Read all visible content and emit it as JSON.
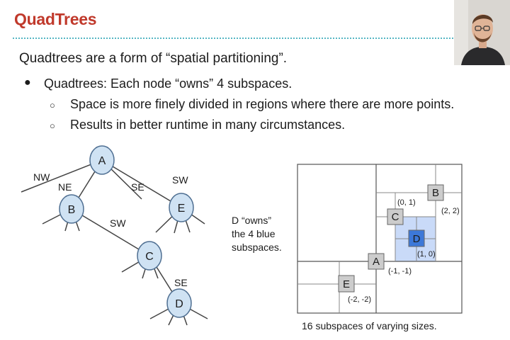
{
  "slide": {
    "title": "QuadTrees",
    "intro": "Quadtrees are a form of “spatial partitioning”.",
    "bullet_symbol": "●",
    "sub_bullet_symbol": "○",
    "bullet": "Quadtrees: Each node “owns” 4 subspaces.",
    "sub_bullets": [
      "Space is more finely divided in regions where there are more points.",
      "Results in better runtime in many circumstances."
    ],
    "title_color": "#c0392b",
    "rule_color": "#57b7c4"
  },
  "tree": {
    "nodes": {
      "a": "A",
      "b": "B",
      "c": "C",
      "d": "D",
      "e": "E"
    },
    "edge_labels": {
      "nw": "NW",
      "ne": "NE",
      "se_a": "SE",
      "sw_a": "SW",
      "sw_b": "SW",
      "se_c": "SE"
    },
    "node_fill": "#cfe2f3"
  },
  "note": {
    "lines": [
      "D “owns”",
      "the 4 blue",
      "subspaces."
    ]
  },
  "grid": {
    "points": {
      "a": "A",
      "b": "B",
      "c": "C",
      "d": "D",
      "e": "E"
    },
    "coords": {
      "b": "(2, 2)",
      "c": "(0, 1)",
      "d": "(1, 0)",
      "a": "(-1, -1)",
      "e": "(-2, -2)"
    },
    "caption": "16 subspaces of varying sizes.",
    "highlight_color": "#c9daf8",
    "d_color": "#3c78d8",
    "point_color": "#cccccc"
  }
}
